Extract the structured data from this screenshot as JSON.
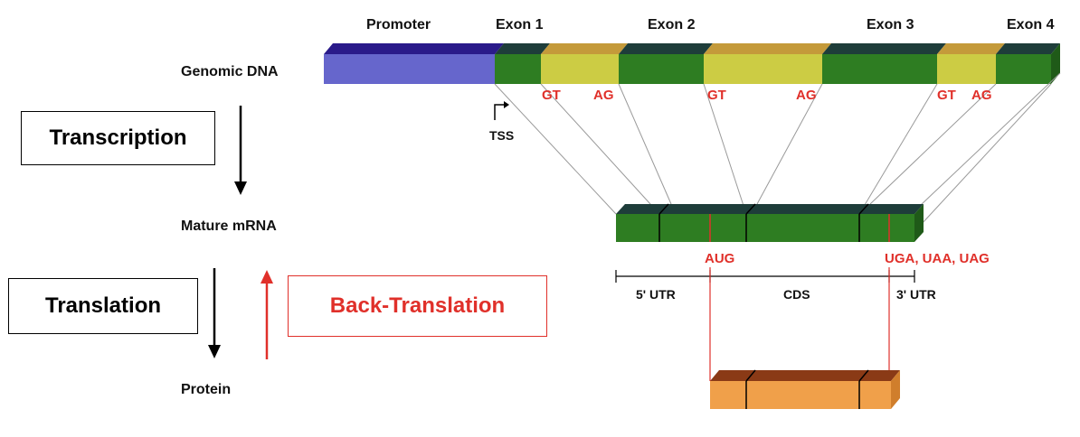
{
  "headers": {
    "promoter": "Promoter",
    "exon1": "Exon 1",
    "exon2": "Exon 2",
    "exon3": "Exon 3",
    "exon4": "Exon 4"
  },
  "rows": {
    "genomic": "Genomic DNA",
    "mrna": "Mature mRNA",
    "protein": "Protein"
  },
  "splice": {
    "donor": "GT",
    "acceptor": "AG"
  },
  "tss": "TSS",
  "codons": {
    "start": "AUG",
    "stop": "UGA, UAA, UAG"
  },
  "regions": {
    "utr5": "5' UTR",
    "cds": "CDS",
    "utr3": "3' UTR"
  },
  "processes": {
    "transcription": "Transcription",
    "translation": "Translation",
    "back_translation": "Back-Translation"
  },
  "colors": {
    "promoter": "#6666cc",
    "promoter_top": "#2a1a8a",
    "exon": "#2e7d22",
    "exon_top": "#1e3d3a",
    "intron": "#cccc44",
    "intron_top": "#c49a3a",
    "protein": "#f0a04a",
    "protein_top": "#8a3a16",
    "accent_red": "#e0302a"
  }
}
